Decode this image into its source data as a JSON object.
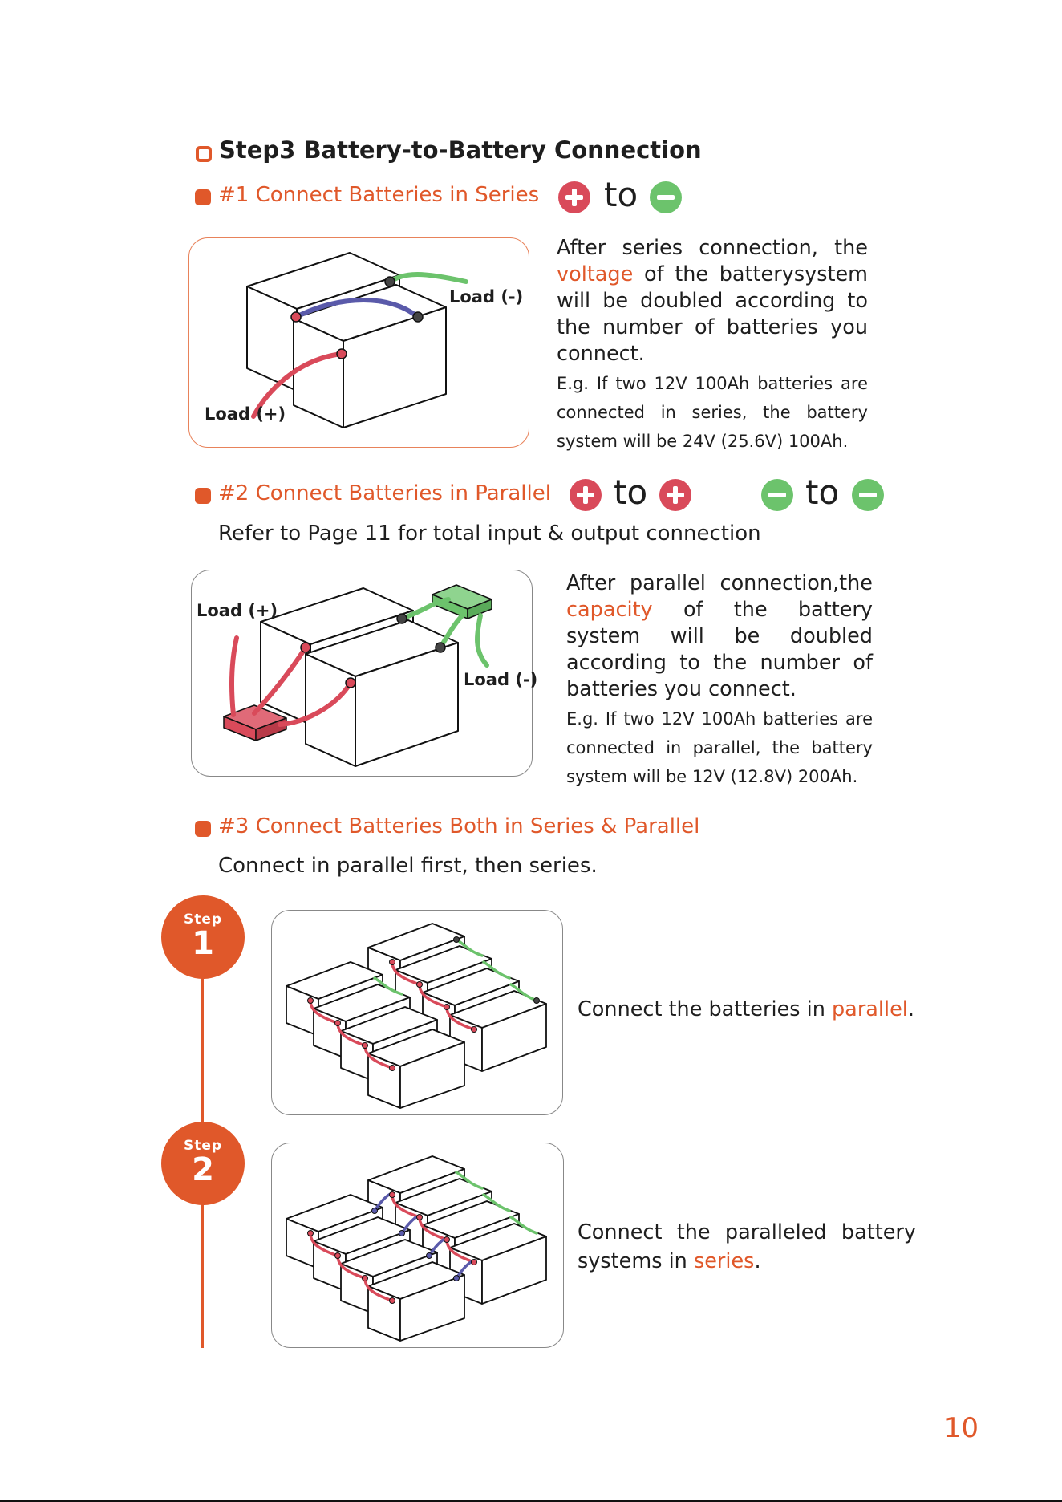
{
  "header": {
    "title": "Step3 Battery-to-Battery Connection"
  },
  "series": {
    "heading": "#1 Connect Batteries in Series",
    "to": "to",
    "load_pos": "Load (+)",
    "load_neg": "Load (-)",
    "para_before": "After series connection, the",
    "para_accent": "voltage",
    "para_after": "of the batterysystem will be doubled according to the number of batteries you connect.",
    "example": "E.g. If two 12V 100Ah batteries are connected in series, the battery system will be 24V (25.6V) 100Ah."
  },
  "parallel": {
    "heading": "#2 Connect Batteries in Parallel",
    "to1": "to",
    "to2": "to",
    "refer": "Refer to Page 11 for total input & output connection",
    "load_pos": "Load (+)",
    "load_neg": "Load (-)",
    "para_before": "After parallel connection,the",
    "para_accent": "capacity",
    "para_after": "of the battery system will be doubled according to the number of batteries you connect.",
    "example": "E.g. If two 12V 100Ah batteries are connected in parallel, the battery system will be 12V (12.8V) 200Ah."
  },
  "both": {
    "heading": "#3 Connect Batteries Both in Series & Parallel",
    "sub": "Connect in parallel first, then series.",
    "steps": [
      {
        "word": "Step",
        "num": "1",
        "text_before": "Connect the batteries in",
        "accent": "parallel",
        "text_after": "."
      },
      {
        "word": "Step",
        "num": "2",
        "text_before": "Connect the paralleled battery systems in",
        "accent": "series",
        "text_after": "."
      }
    ]
  },
  "footer": {
    "page": "10"
  },
  "colors": {
    "accent": "#e0582a",
    "positive": "#d94a5a",
    "negative": "#6cc36c",
    "series_link": "#5a5aaa"
  }
}
